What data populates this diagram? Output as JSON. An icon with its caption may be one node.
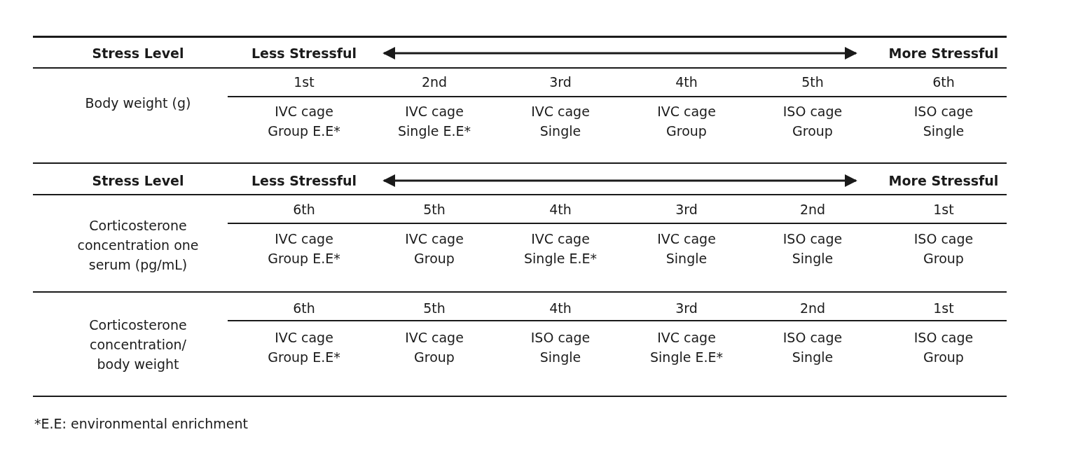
{
  "diagram": {
    "labels": [
      "Stress Level",
      "Less Stressful",
      "More Stressful",
      "Body weight (g)",
      "1st",
      "2nd",
      "3rd",
      "4th",
      "5th",
      "6th",
      "IVC cage Group E.E*",
      "IVC cage Single E.E*",
      "IVC cage Single",
      "IVC cage Group",
      "ISO cage Group",
      "ISO cage Single",
      "Stress Level",
      "Less Stressful",
      "More Stressful",
      "Corticosterone concentration one serum (pg/mL)",
      "6th",
      "5th",
      "4th",
      "3rd",
      "2nd",
      "1st",
      "IVC cage Group E.E*",
      "IVC cage Group",
      "IVC cage Single E.E*",
      "IVC cage Single",
      "ISO cage Single",
      "ISO cage Group",
      "Corticosterone concentration/ body weight",
      "6th",
      "5th",
      "4th",
      "3rd",
      "2nd",
      "1st",
      "IVC cage Group E.E*",
      "IVC cage Group",
      "ISO cage Single",
      "IVC cage Single E.E*",
      "ISO cage Single",
      "ISO cage Group",
      "*E.E: environmental enrichment"
    ]
  }
}
